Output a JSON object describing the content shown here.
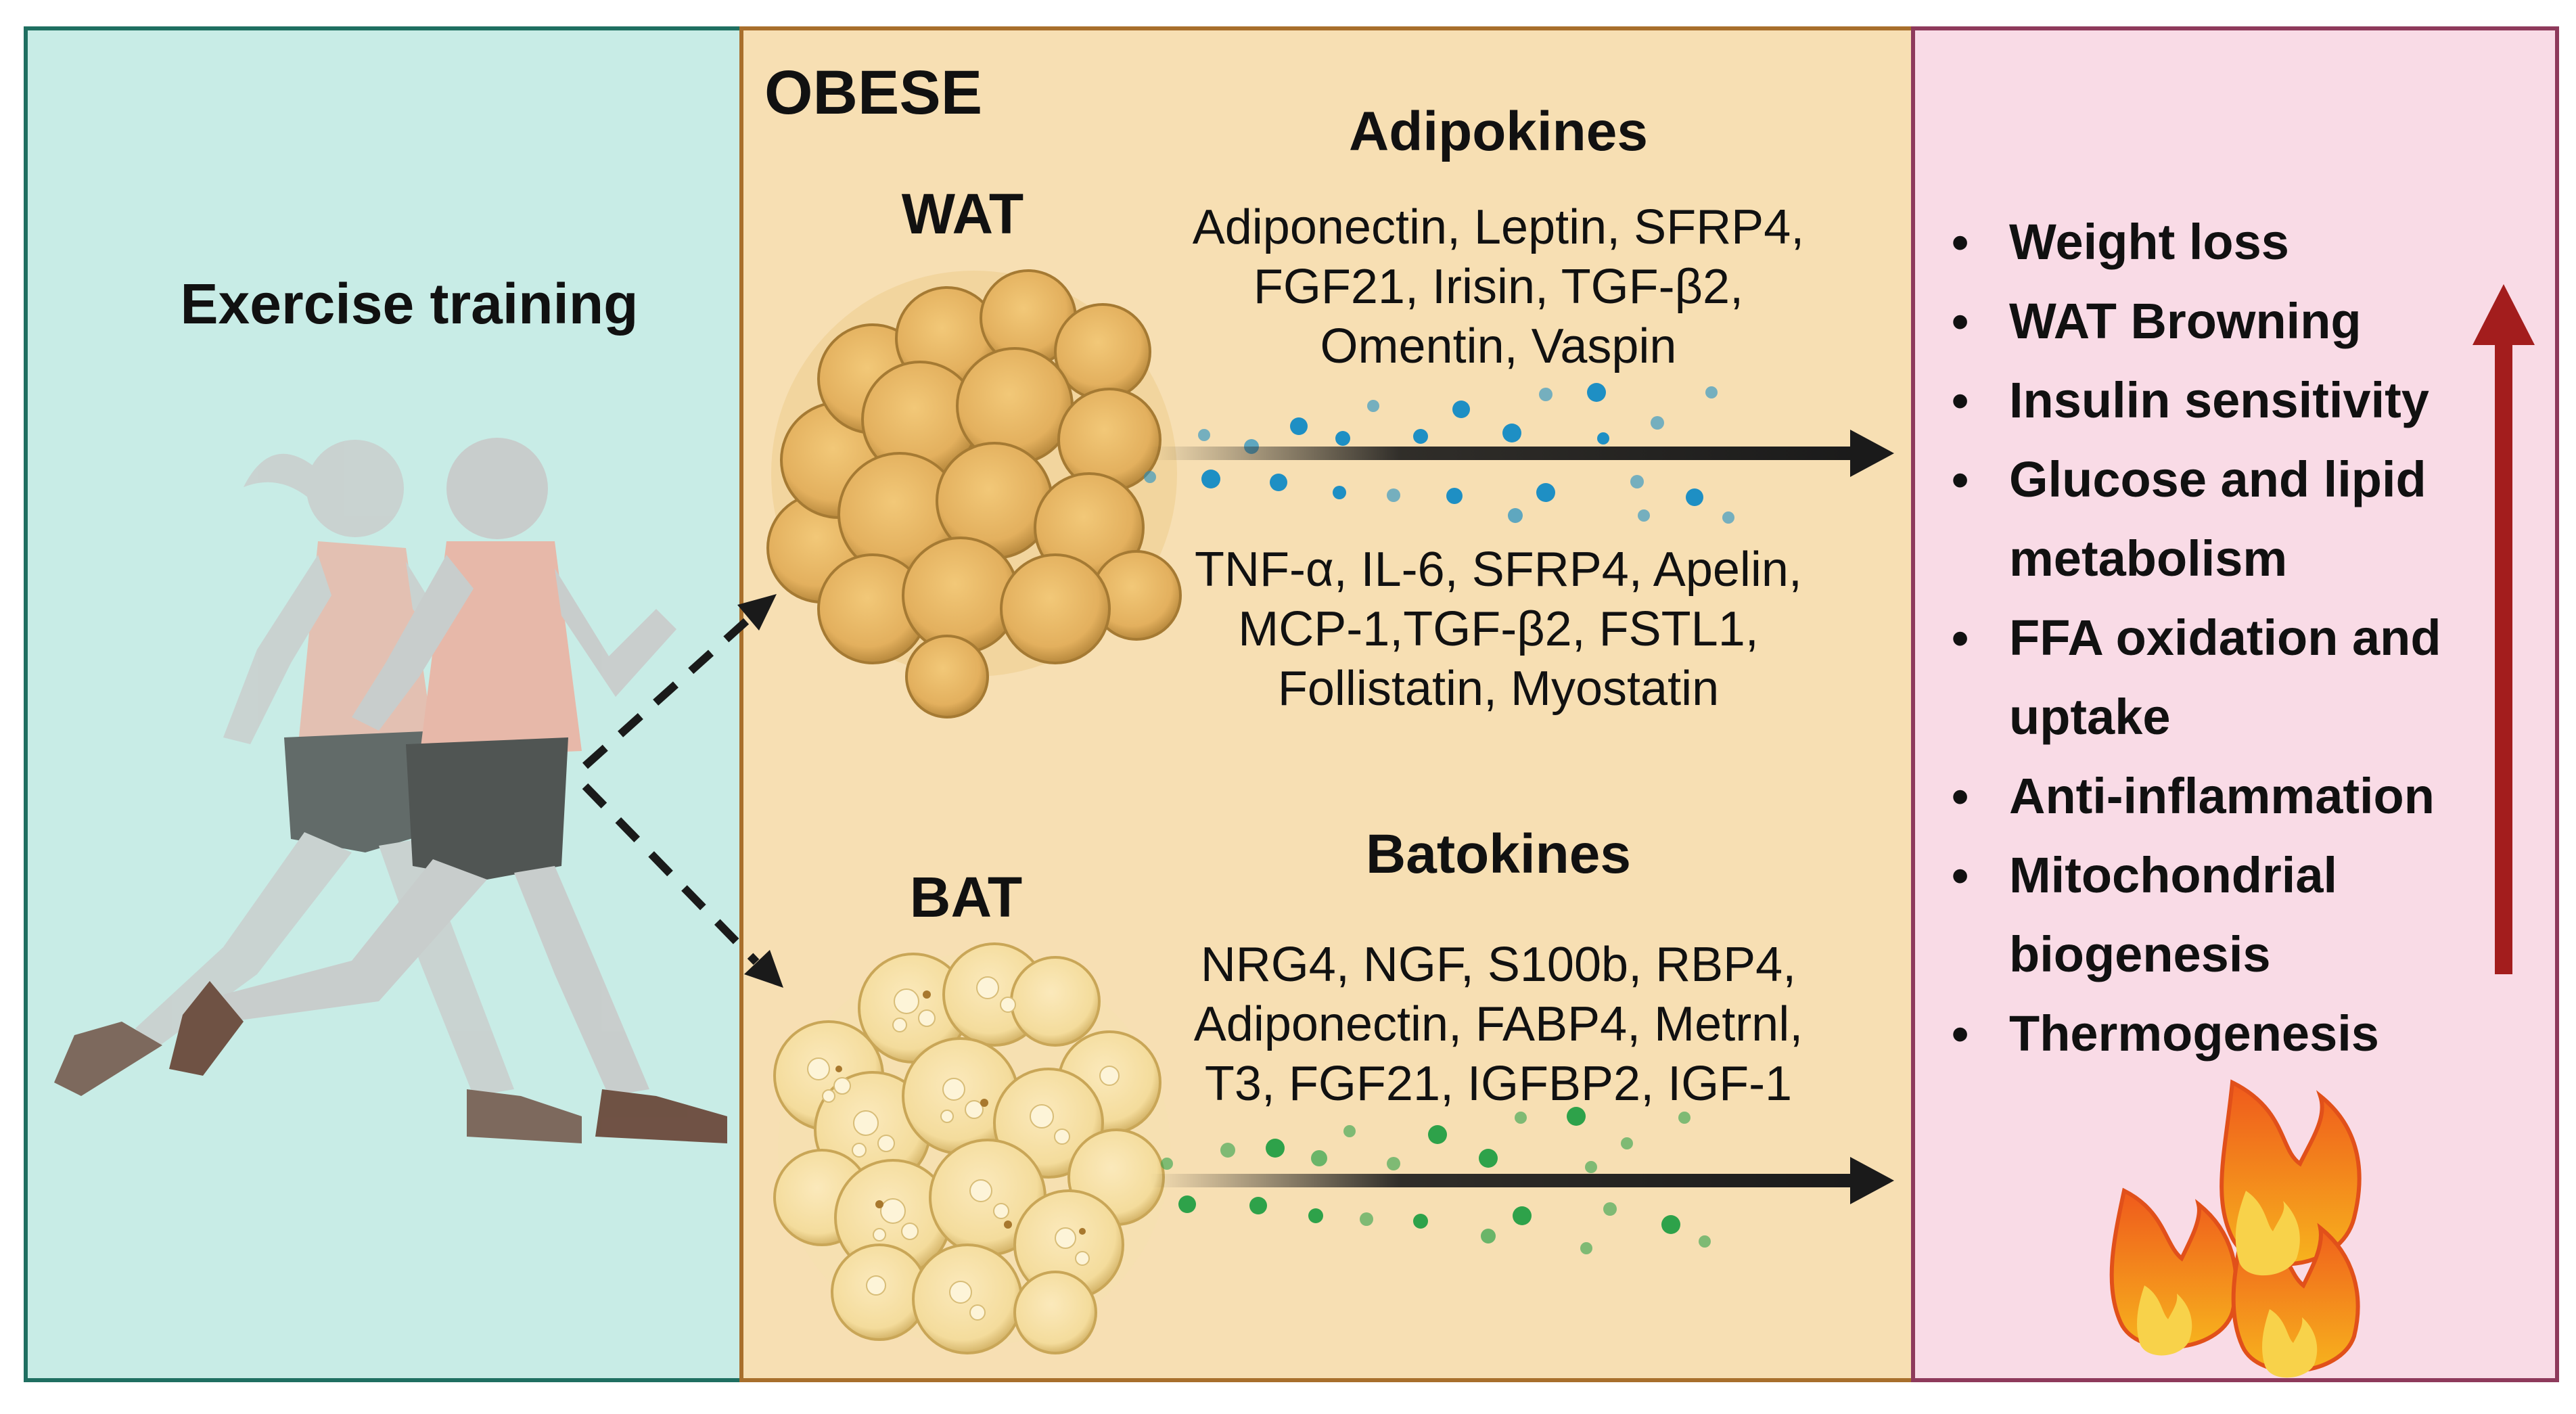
{
  "panels": {
    "exercise": {
      "title": "Exercise training",
      "color": "#c8ece6",
      "border": "#1f6f61"
    },
    "obese": {
      "label": "OBESE",
      "color": "#f7dfb3",
      "border": "#a86f2c",
      "wat": {
        "label": "WAT",
        "section_title": "Adipokines",
        "up_lines": [
          "Adiponectin, Leptin, SFRP4,",
          "FGF21, Irisin, TGF-β2,",
          "Omentin, Vaspin"
        ],
        "down_lines": [
          "TNF-α, IL-6, SFRP4, Apelin,",
          "MCP-1,TGF-β2, FSTL1,",
          "Follistatin, Myostatin"
        ]
      },
      "bat": {
        "label": "BAT",
        "section_title": "Batokines",
        "lines": [
          "NRG4, NGF, S100b, RBP4,",
          "Adiponectin, FABP4, Metrnl,",
          "T3, FGF21, IGFBP2, IGF-1"
        ]
      }
    },
    "outcomes": {
      "color": "#f9dbe6",
      "border": "#8e3a5b",
      "bullet": "•",
      "items": [
        [
          "Weight loss"
        ],
        [
          "WAT Browning"
        ],
        [
          "Insulin sensitivity"
        ],
        [
          "Glucose and lipid",
          "metabolism"
        ],
        [
          "FFA oxidation and",
          "uptake"
        ],
        [
          "Anti-inflammation"
        ],
        [
          "Mitochondrial",
          "biogenesis"
        ],
        [
          "Thermogenesis"
        ]
      ],
      "arrow_color": "#a31d1d"
    }
  },
  "icons": {
    "runners": "runners-icon",
    "wat_cells": "white-adipocyte-cluster-icon",
    "bat_cells": "brown-adipocyte-cluster-icon",
    "fire": "fire-icon",
    "up_arrow": "up-arrow-icon"
  },
  "colors": {
    "wat_dot": "#1e8fc4",
    "bat_dot": "#2ea24a",
    "arrow": "#1a1a1a",
    "skin": "#c9cccb",
    "shirt": "#e9b6a6",
    "shorts": "#4a4d4c",
    "shoe": "#6b4a3c"
  }
}
